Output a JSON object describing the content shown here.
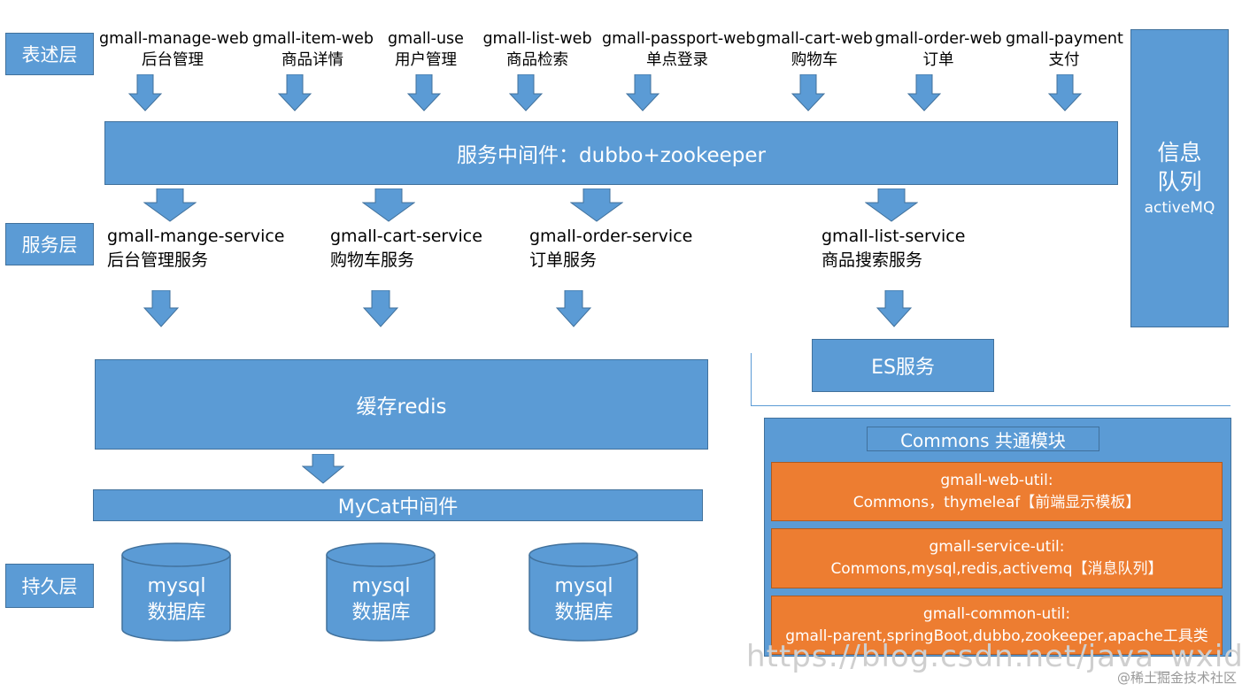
{
  "layers": {
    "presentation": "表述层",
    "service": "服务层",
    "persistence": "持久层"
  },
  "webs": [
    {
      "name": "gmall-manage-web",
      "desc": "后台管理"
    },
    {
      "name": "gmall-item-web",
      "desc": "商品详情"
    },
    {
      "name": "gmall-use",
      "desc": "用户管理"
    },
    {
      "name": "gmall-list-web",
      "desc": "商品检索"
    },
    {
      "name": "gmall-passport-web",
      "desc": "单点登录"
    },
    {
      "name": "gmall-cart-web",
      "desc": "购物车"
    },
    {
      "name": "gmall-order-web",
      "desc": "订单"
    },
    {
      "name": "gmall-payment",
      "desc": "支付"
    }
  ],
  "middleware": "服务中间件：dubbo+zookeeper",
  "services": [
    {
      "name": "gmall-mange-service",
      "desc": "后台管理服务"
    },
    {
      "name": "gmall-cart-service",
      "desc": "购物车服务"
    },
    {
      "name": "gmall-order-service",
      "desc": "订单服务"
    },
    {
      "name": "gmall-list-service",
      "desc": "商品搜索服务"
    }
  ],
  "mq": {
    "line1": "信息",
    "line2": "队列",
    "line3": "activeMQ"
  },
  "es": "ES服务",
  "cache": "缓存redis",
  "mycat": "MyCat中间件",
  "databases": [
    {
      "line1": "mysql",
      "line2": "数据库"
    },
    {
      "line1": "mysql",
      "line2": "数据库"
    },
    {
      "line1": "mysql",
      "line2": "数据库"
    }
  ],
  "commons": {
    "title": "Commons 共通模块",
    "modules": [
      {
        "name": "gmall-web-util:",
        "desc": "Commons，thymeleaf【前端显示模板】"
      },
      {
        "name": "gmall-service-util:",
        "desc": "Commons,mysql,redis,activemq【消息队列】"
      },
      {
        "name": "gmall-common-util:",
        "desc": "gmall-parent,springBoot,dubbo,zookeeper,apache工具类"
      }
    ]
  },
  "watermark": "https://blog.csdn.net/java_wxid",
  "credit": "@稀土掘金技术社区",
  "colors": {
    "blue": "#5b9bd5",
    "blue_border": "#41719c",
    "orange": "#ed7d31"
  }
}
